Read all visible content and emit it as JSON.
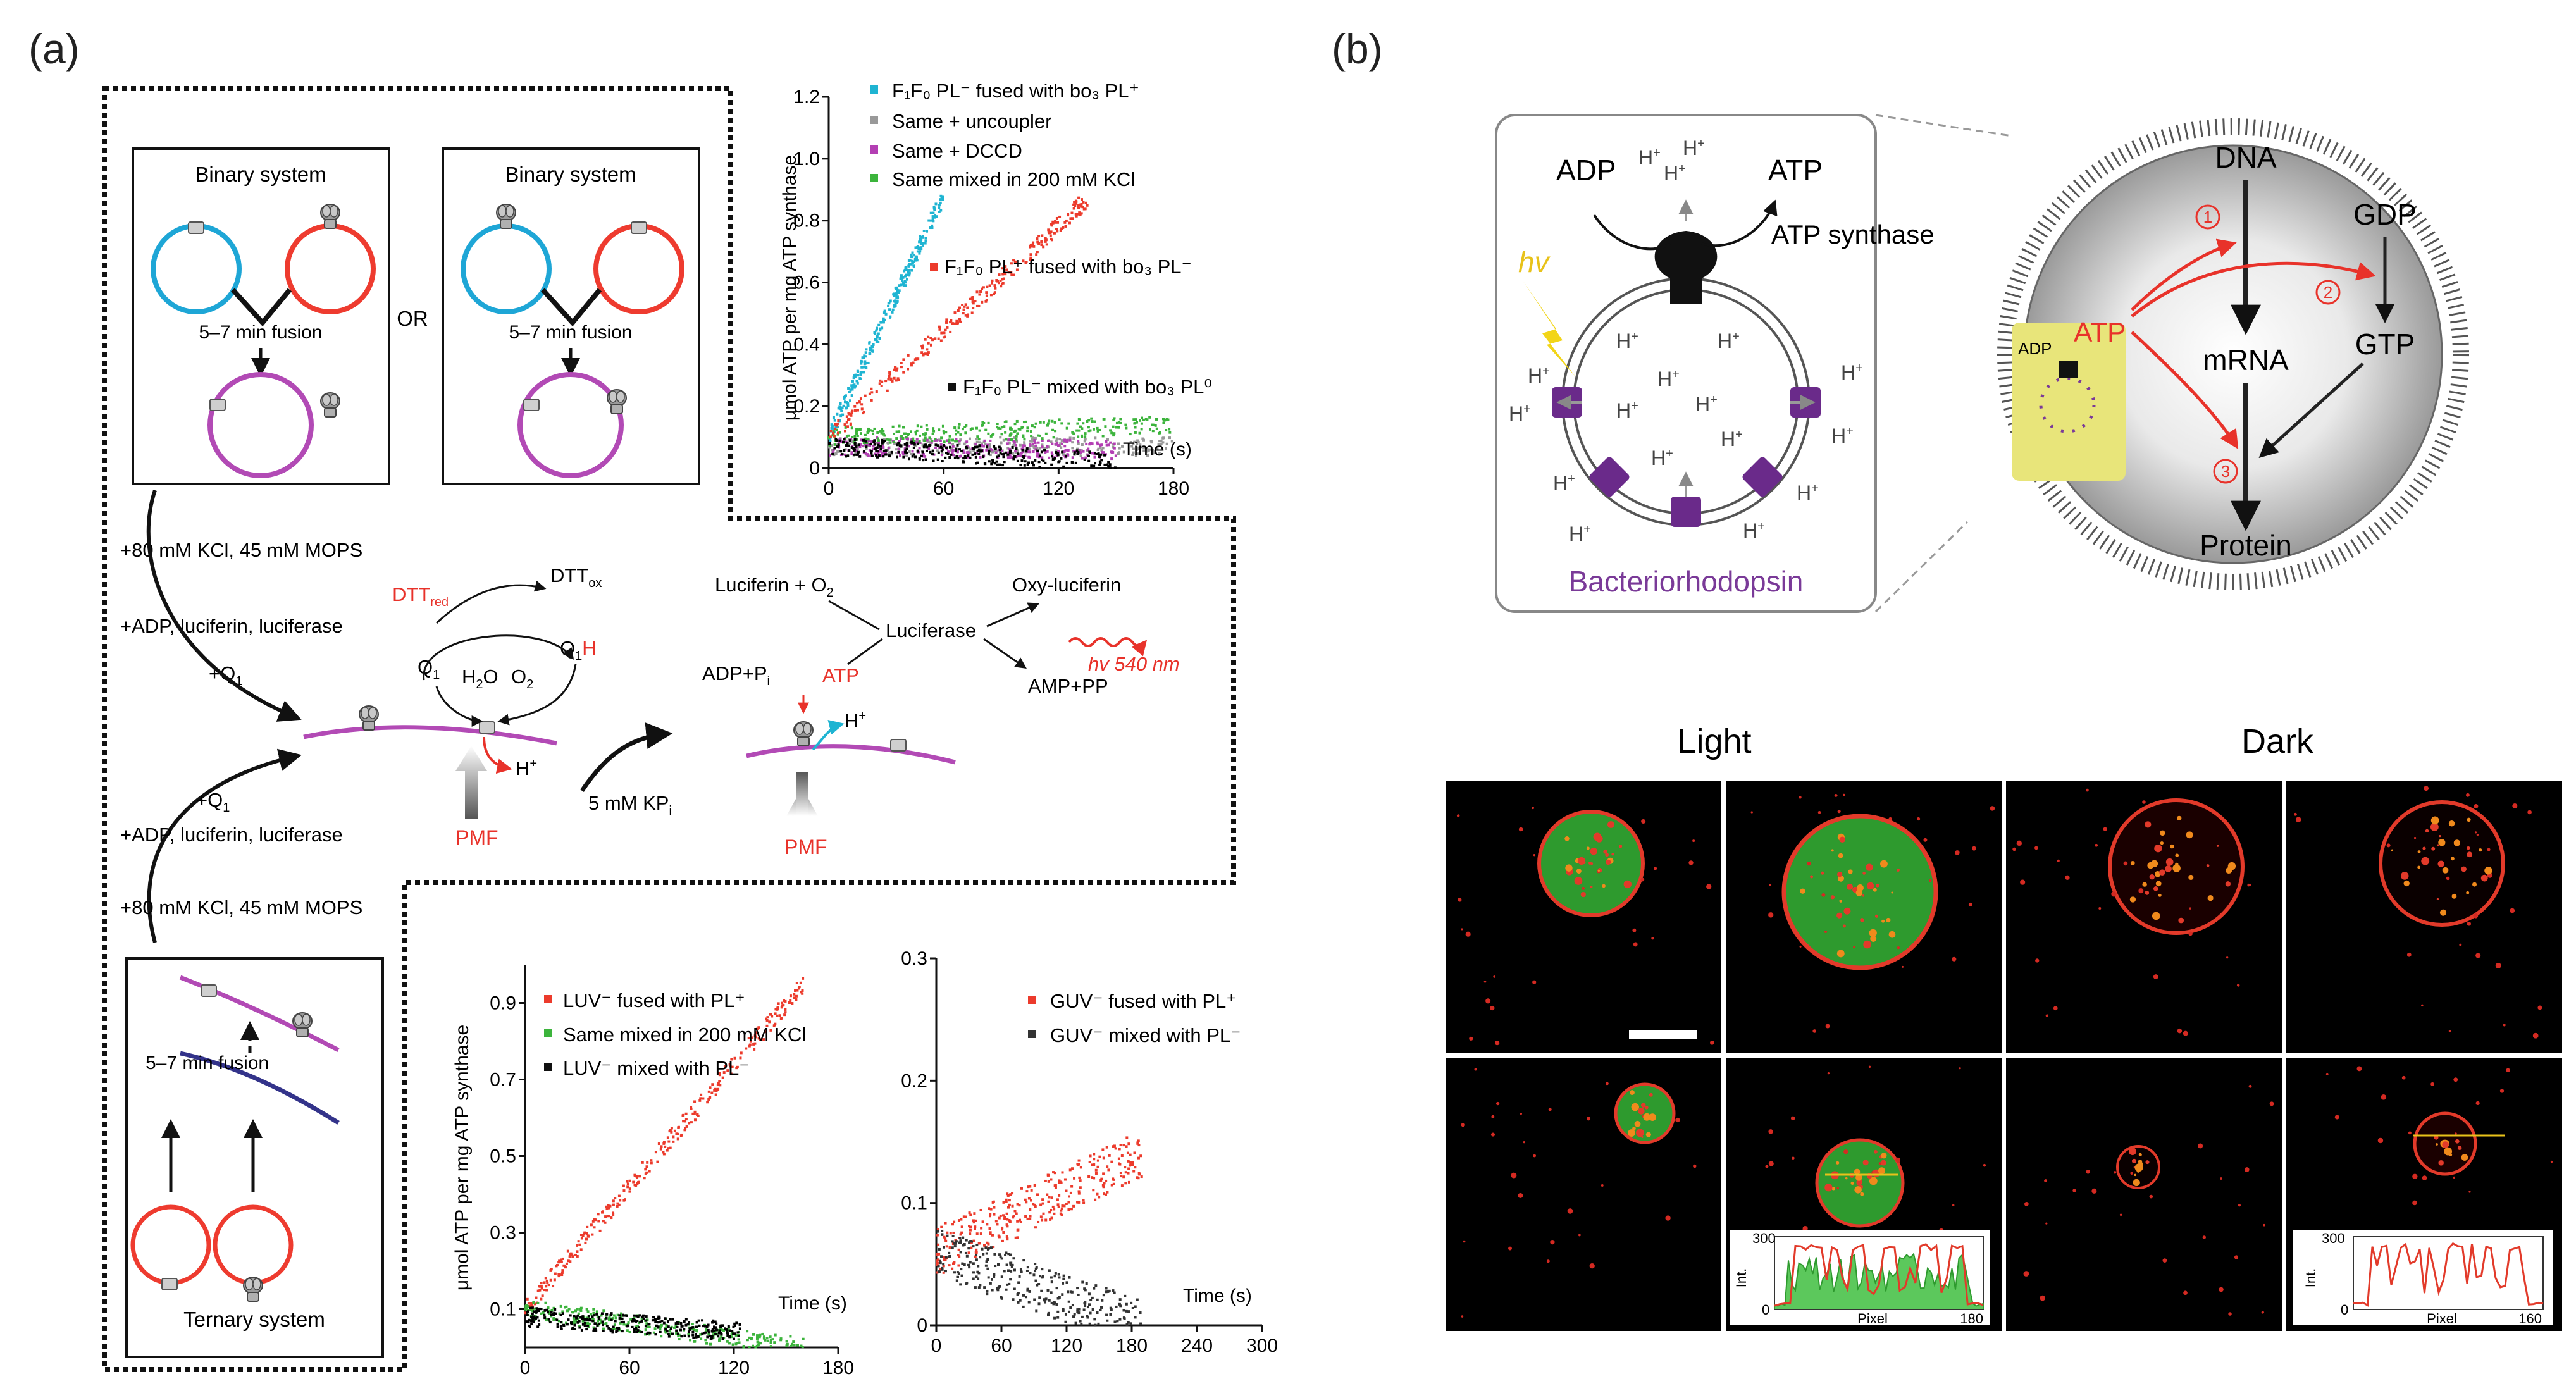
{
  "panel_a": {
    "label": "(a)",
    "binary1": {
      "title": "Binary system",
      "fusion": "5–7 min fusion"
    },
    "or_text": "OR",
    "binary2": {
      "title": "Binary system",
      "fusion": "5–7 min fusion"
    },
    "ternary": {
      "title": "Ternary system",
      "fusion": "5–7 min fusion"
    },
    "scheme": {
      "kcl_top": "+80 mM KCl, 45 mM MOPS",
      "adp_top": "+ADP, luciferin, luciferase",
      "q1_top": "+Q",
      "q1_bottom": "+Q",
      "adp_bottom": "+ADP, luciferin, luciferase",
      "kcl_bottom": "+80 mM KCl, 45 mM MOPS",
      "dtt_red": "DTT",
      "dtt_red_sub": "red",
      "dtt_ox": "DTT",
      "dtt_ox_sub": "ox",
      "q1": "Q",
      "q1h": "Q",
      "h2o": "H",
      "o2": "O",
      "h_plus_left": "H",
      "pmf_left": "PMF",
      "kpi": "5 mM KP",
      "luciferin_o2": "Luciferin + O",
      "oxy_luciferin": "Oxy-luciferin",
      "luciferase": "Luciferase",
      "adp_pi": "ADP+P",
      "atp": "ATP",
      "amp_pp": "AMP+PP",
      "hv": "hv 540 nm",
      "h_plus_right": "H",
      "pmf_right": "PMF"
    }
  },
  "panel_b": {
    "label": "(b)",
    "inset": {
      "adp": "ADP",
      "atp": "ATP",
      "atp_synthase": "ATP synthase",
      "hv": "hv",
      "bacteriorhodopsin": "Bacteriorhodopsin",
      "h_plus": "H"
    },
    "cell": {
      "dna": "DNA",
      "mrna": "mRNA",
      "protein": "Protein",
      "gdp": "GDP",
      "gtp": "GTP",
      "atp": "ATP",
      "adp": "ADP",
      "step1": "1",
      "step2": "2",
      "step3": "3"
    },
    "micro": {
      "light": "Light",
      "dark": "Dark",
      "plot1": {
        "ylabel": "Int.",
        "xlabel": "Pixel",
        "ymax": "300",
        "zero": "0",
        "xmax": "180"
      },
      "plot2": {
        "ylabel": "Int.",
        "xlabel": "Pixel",
        "ymax": "300",
        "zero": "0",
        "xmax": "160"
      }
    }
  },
  "chart_data": [
    {
      "type": "scatter",
      "xlabel": "Time (s)",
      "ylabel": "μmol ATP per mg ATP synthase",
      "xlim": [
        0,
        180
      ],
      "ylim": [
        0,
        1.2
      ],
      "x_ticks": [
        0,
        60,
        120,
        180
      ],
      "y_ticks": [
        0,
        0.2,
        0.4,
        0.6,
        0.8,
        1.0,
        1.2
      ],
      "legend_position": "top-right",
      "series": [
        {
          "name": "F1Fo PL− fused with bo3 PL+",
          "color": "#1fb4d2",
          "start": [
            0,
            0.1
          ],
          "end": [
            60,
            0.88
          ]
        },
        {
          "name": "Same + uncoupler",
          "color": "#999999",
          "start": [
            0,
            0.07
          ],
          "end": [
            180,
            0.07
          ]
        },
        {
          "name": "Same + DCCD",
          "color": "#b33fb3",
          "start": [
            0,
            0.07
          ],
          "end": [
            150,
            0.06
          ]
        },
        {
          "name": "Same mixed in 200 mM KCl",
          "color": "#3cb43c",
          "start": [
            0,
            0.1
          ],
          "end": [
            180,
            0.14
          ]
        },
        {
          "name": "F1Fo PL+ fused with bo3 PL−",
          "color": "#ec3b2c",
          "start": [
            0,
            0.1
          ],
          "end": [
            135,
            0.87
          ]
        },
        {
          "name": "F1Fo PL− mixed with bo3 PL0",
          "color": "#000000",
          "start": [
            0,
            0.07
          ],
          "end": [
            150,
            0.02
          ]
        }
      ],
      "legend_labels": [
        "F₁F₀ PL⁻ fused with bo₃ PL⁺",
        "Same + uncoupler",
        "Same + DCCD",
        "Same mixed in 200 mM KCl"
      ],
      "inline_labels": [
        "F₁F₀ PL⁺ fused with bo₃ PL⁻",
        "F₁F₀ PL⁻ mixed with bo₃ PL⁰"
      ]
    },
    {
      "type": "scatter",
      "xlabel": "Time (s)",
      "ylabel": "μmol ATP per mg ATP synthase",
      "xlim": [
        0,
        180
      ],
      "ylim": [
        0,
        1.0
      ],
      "x_ticks": [
        0,
        60,
        120,
        180
      ],
      "y_ticks": [
        0.1,
        0.3,
        0.5,
        0.7,
        0.9
      ],
      "legend_position": "top-left",
      "series": [
        {
          "name": "LUV⁻ fused with PL⁺",
          "color": "#ec3b2c",
          "start": [
            0,
            0.1
          ],
          "end": [
            160,
            0.95
          ]
        },
        {
          "name": "Same mixed in 200 mM KCl",
          "color": "#3cb43c",
          "start": [
            0,
            0.1
          ],
          "end": [
            160,
            0.0
          ]
        },
        {
          "name": "LUV⁻ mixed with PL⁻",
          "color": "#000000",
          "start": [
            0,
            0.08
          ],
          "end": [
            125,
            0.04
          ]
        }
      ]
    },
    {
      "type": "scatter",
      "xlabel": "Time (s)",
      "xlim": [
        0,
        300
      ],
      "ylim": [
        0,
        0.3
      ],
      "x_ticks": [
        0,
        60,
        120,
        180,
        240,
        300
      ],
      "y_ticks": [
        0,
        0.1,
        0.2,
        0.3
      ],
      "legend_position": "top-right",
      "series": [
        {
          "name": "GUV⁻ fused with PL⁺",
          "color": "#ec3b2c",
          "start": [
            0,
            0.06
          ],
          "end": [
            190,
            0.14
          ]
        },
        {
          "name": "GUV⁻ mixed with PL⁻",
          "color": "#333333",
          "start": [
            0,
            0.06
          ],
          "end": [
            190,
            0.0
          ]
        }
      ]
    }
  ]
}
